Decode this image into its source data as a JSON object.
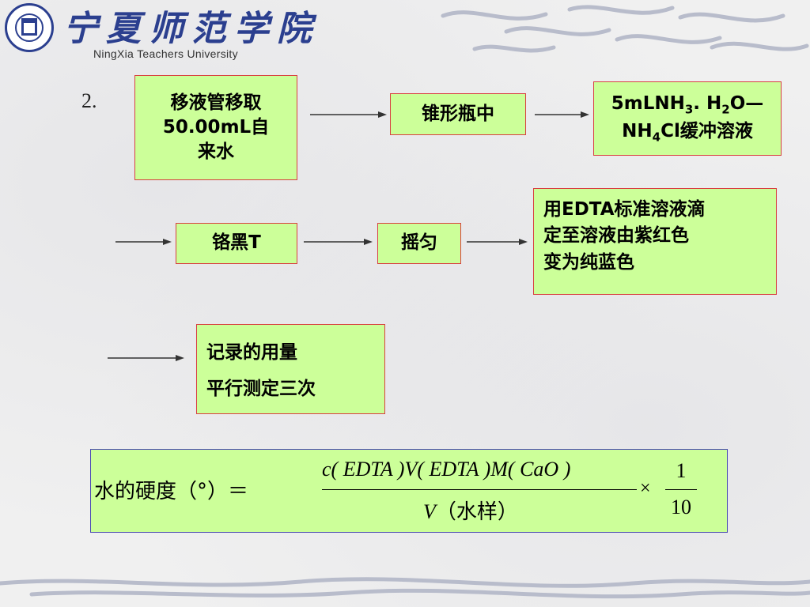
{
  "header": {
    "university_cn": "宁夏师范学院",
    "university_en": "NingXia Teachers University",
    "accent_color": "#2b3f8f"
  },
  "step_number": "2.",
  "boxes": {
    "pipette": [
      "移液管移取",
      "50.00mL自",
      "来水"
    ],
    "flask": "锥形瓶中",
    "buffer": {
      "line1_a": "5mLNH",
      "line1_sub1": "3",
      "line1_b": ". H",
      "line1_sub2": "2",
      "line1_c": "O—",
      "line2_a": "NH",
      "line2_sub": "4",
      "line2_b": "Cl缓冲溶液"
    },
    "indicator": "铬黑T",
    "shake": "摇匀",
    "titrate": [
      "用EDTA标准溶液滴",
      "定至溶液由紫红色",
      "变为纯蓝色"
    ],
    "record": [
      "记录的用量",
      "平行测定三次"
    ]
  },
  "formula": {
    "lhs": "水的硬度（°）＝",
    "numerator": "c( EDTA )V( EDTA )M( CaO )",
    "denominator_var": "V",
    "denominator_text": "（水样）",
    "times": "×",
    "factor_num": "1",
    "factor_den": "10"
  },
  "colors": {
    "box_fill": "#ccff99",
    "box_border": "#d84040",
    "formula_border": "#4a4ab0"
  }
}
